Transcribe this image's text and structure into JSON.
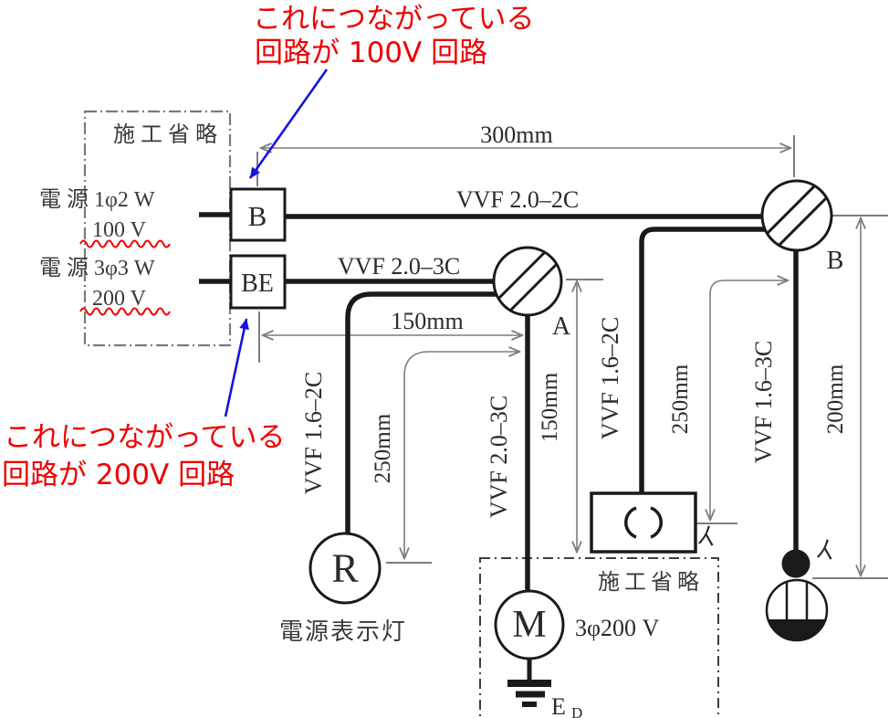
{
  "note_100v": {
    "line1": "これにつながっている",
    "line2": "回路が 100V 回路"
  },
  "note_200v": {
    "line1": "これにつながっている",
    "line2": "回路が 200V 回路"
  },
  "source_panel": {
    "omission": "施工省略",
    "source1": "電 源 1φ2 W",
    "source1_voltage": "100 V",
    "source2": "電 源 3φ3 W",
    "source2_voltage": "200 V"
  },
  "breakers": {
    "b": "B",
    "be": "BE"
  },
  "junctions": {
    "a": "A",
    "b": "B"
  },
  "cables": {
    "b_to_junction_b": "VVF 2.0–2C",
    "be_to_junction_a": "VVF 2.0–3C",
    "junction_a_to_pilot": "VVF 1.6–2C",
    "junction_a_to_motor": "VVF 2.0–3C",
    "junction_b_to_box": "VVF 1.6–2C",
    "junction_b_to_light": "VVF 1.6–3C"
  },
  "dims": {
    "top": "300mm",
    "left_h": "150mm",
    "left_v": "250mm",
    "a_v": "150mm",
    "mid_v": "250mm",
    "right_v": "200mm"
  },
  "devices": {
    "pilot_lamp": "R",
    "pilot_lamp_label": "電源表示灯",
    "motor": "M",
    "motor_spec": "3φ200 V",
    "ground": "E",
    "ground_sub": "D",
    "omission": "施工省略",
    "switch_mark_1": "イ",
    "switch_mark_2": "イ"
  },
  "colors": {
    "annotation_red": "#ee0000",
    "annotation_blue": "#1414dd",
    "line_black": "#1a1a1a",
    "dim_gray": "#7d7d7d"
  }
}
